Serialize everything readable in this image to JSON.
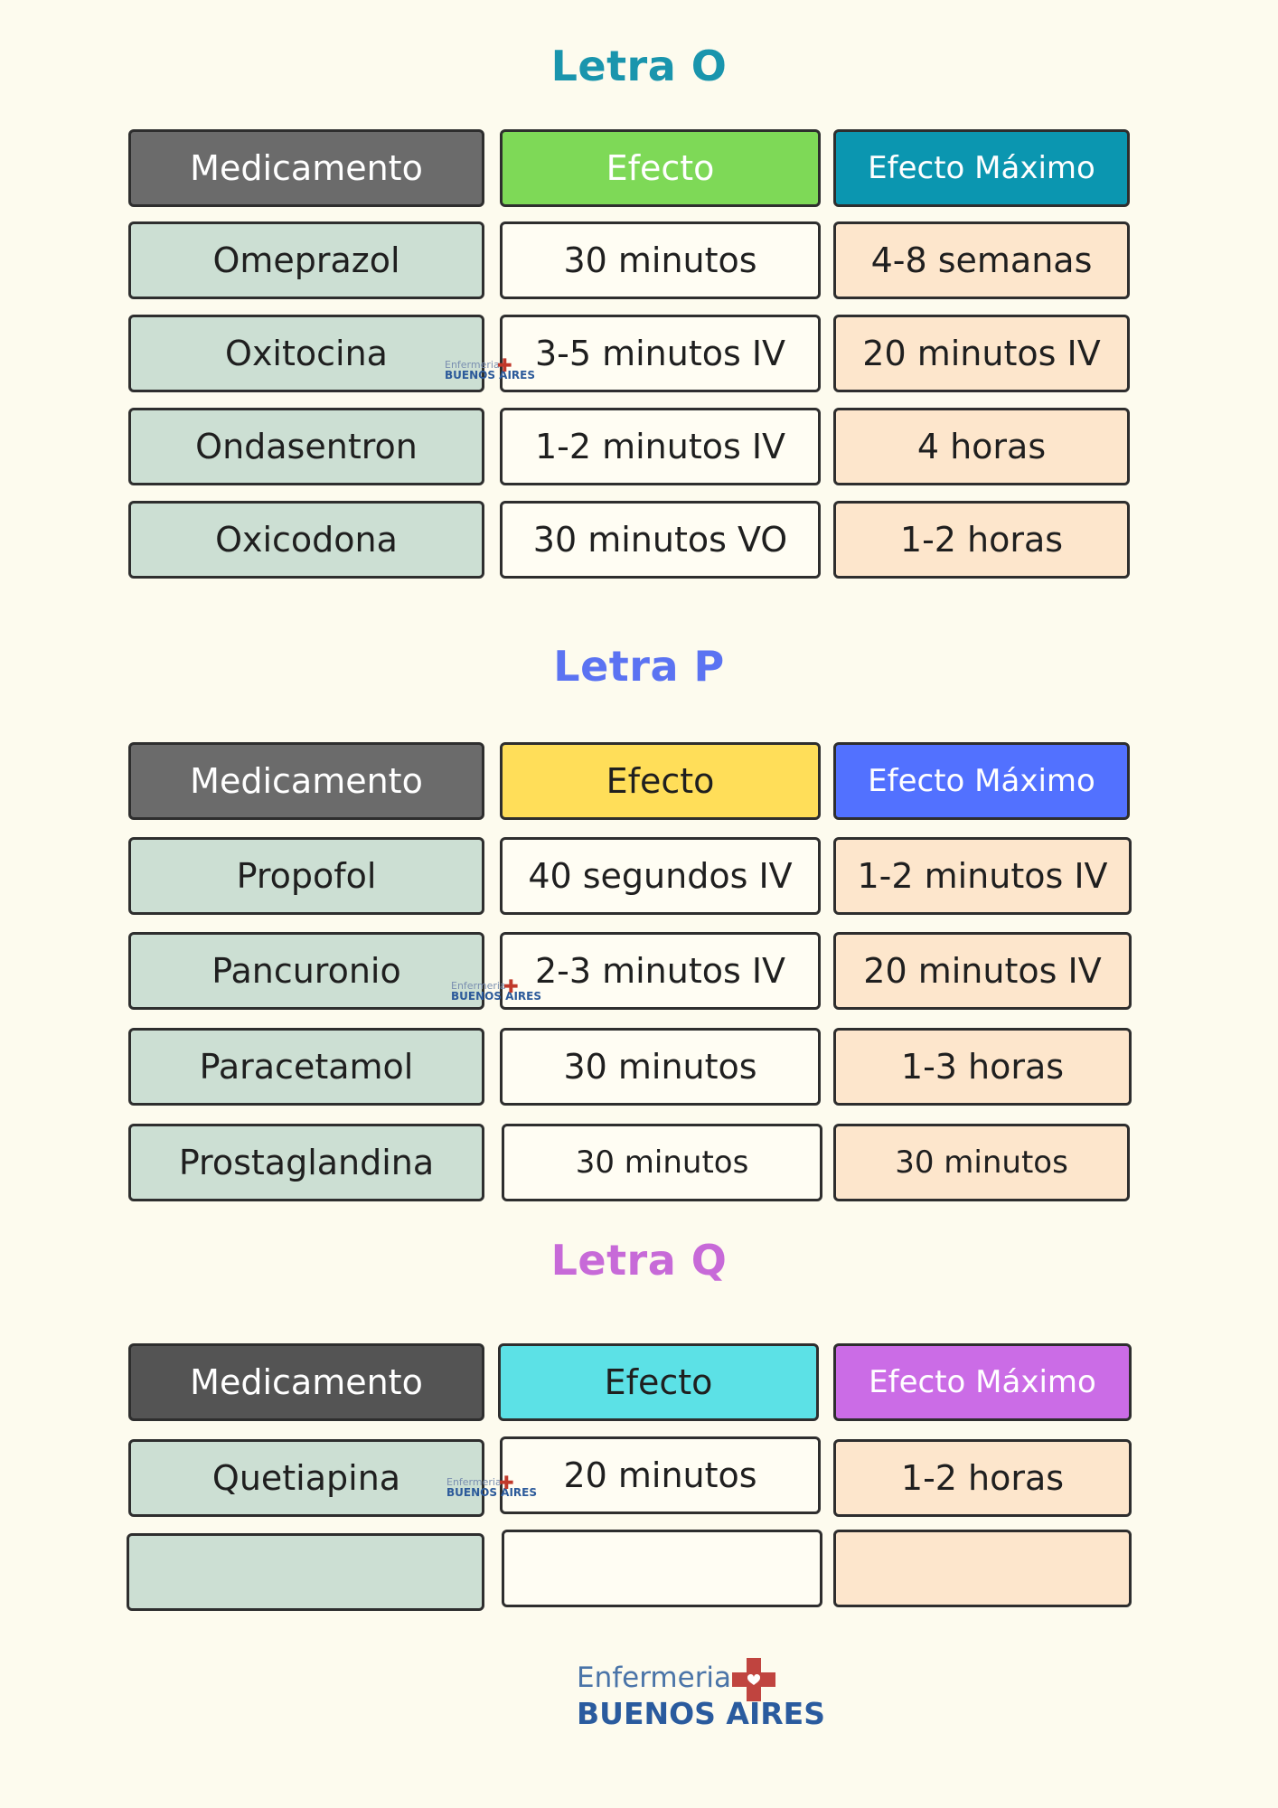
{
  "sections": [
    {
      "title": "Letra O",
      "title_color": "#1a95ad",
      "headers": {
        "medicamento": "Medicamento",
        "efecto": "Efecto",
        "efecto_maximo": "Efecto Máximo"
      },
      "header_colors": {
        "medicamento": "#6b6b6b",
        "efecto": "#7ed957",
        "efecto_maximo": "#0b96b0"
      },
      "rows": [
        {
          "medicamento": "Omeprazol",
          "efecto": "30 minutos",
          "efecto_maximo": "4-8 semanas"
        },
        {
          "medicamento": "Oxitocina",
          "efecto": "3-5 minutos IV",
          "efecto_maximo": "20 minutos IV"
        },
        {
          "medicamento": "Ondasentron",
          "efecto": "1-2 minutos IV",
          "efecto_maximo": "4 horas"
        },
        {
          "medicamento": "Oxicodona",
          "efecto": "30 minutos VO",
          "efecto_maximo": "1-2 horas"
        }
      ]
    },
    {
      "title": "Letra P",
      "title_color": "#5b73f2",
      "headers": {
        "medicamento": "Medicamento",
        "efecto": "Efecto",
        "efecto_maximo": "Efecto Máximo"
      },
      "header_colors": {
        "medicamento": "#6b6b6b",
        "efecto": "#ffde59",
        "efecto_maximo": "#5271ff"
      },
      "rows": [
        {
          "medicamento": "Propofol",
          "efecto": "40 segundos IV",
          "efecto_maximo": "1-2 minutos IV"
        },
        {
          "medicamento": "Pancuronio",
          "efecto": "2-3 minutos IV",
          "efecto_maximo": "20 minutos IV"
        },
        {
          "medicamento": "Paracetamol",
          "efecto": "30 minutos",
          "efecto_maximo": "1-3 horas"
        },
        {
          "medicamento": "Prostaglandina",
          "efecto": "30 minutos",
          "efecto_maximo": "30 minutos"
        }
      ]
    },
    {
      "title": "Letra Q",
      "title_color": "#c76ad8",
      "headers": {
        "medicamento": "Medicamento",
        "efecto": "Efecto",
        "efecto_maximo": "Efecto Máximo"
      },
      "header_colors": {
        "medicamento": "#545454",
        "efecto": "#5ce1e6",
        "efecto_maximo": "#cb6ce6"
      },
      "rows": [
        {
          "medicamento": "Quetiapina",
          "efecto": "20 minutos",
          "efecto_maximo": "1-2 horas"
        },
        {
          "medicamento": "",
          "efecto": "",
          "efecto_maximo": ""
        }
      ]
    }
  ],
  "watermark": {
    "line1": "Enfermeria",
    "line2": "BUENOS AIRES"
  },
  "footer_logo": {
    "line1": "Enfermeria",
    "line2": "BUENOS AIRES"
  }
}
